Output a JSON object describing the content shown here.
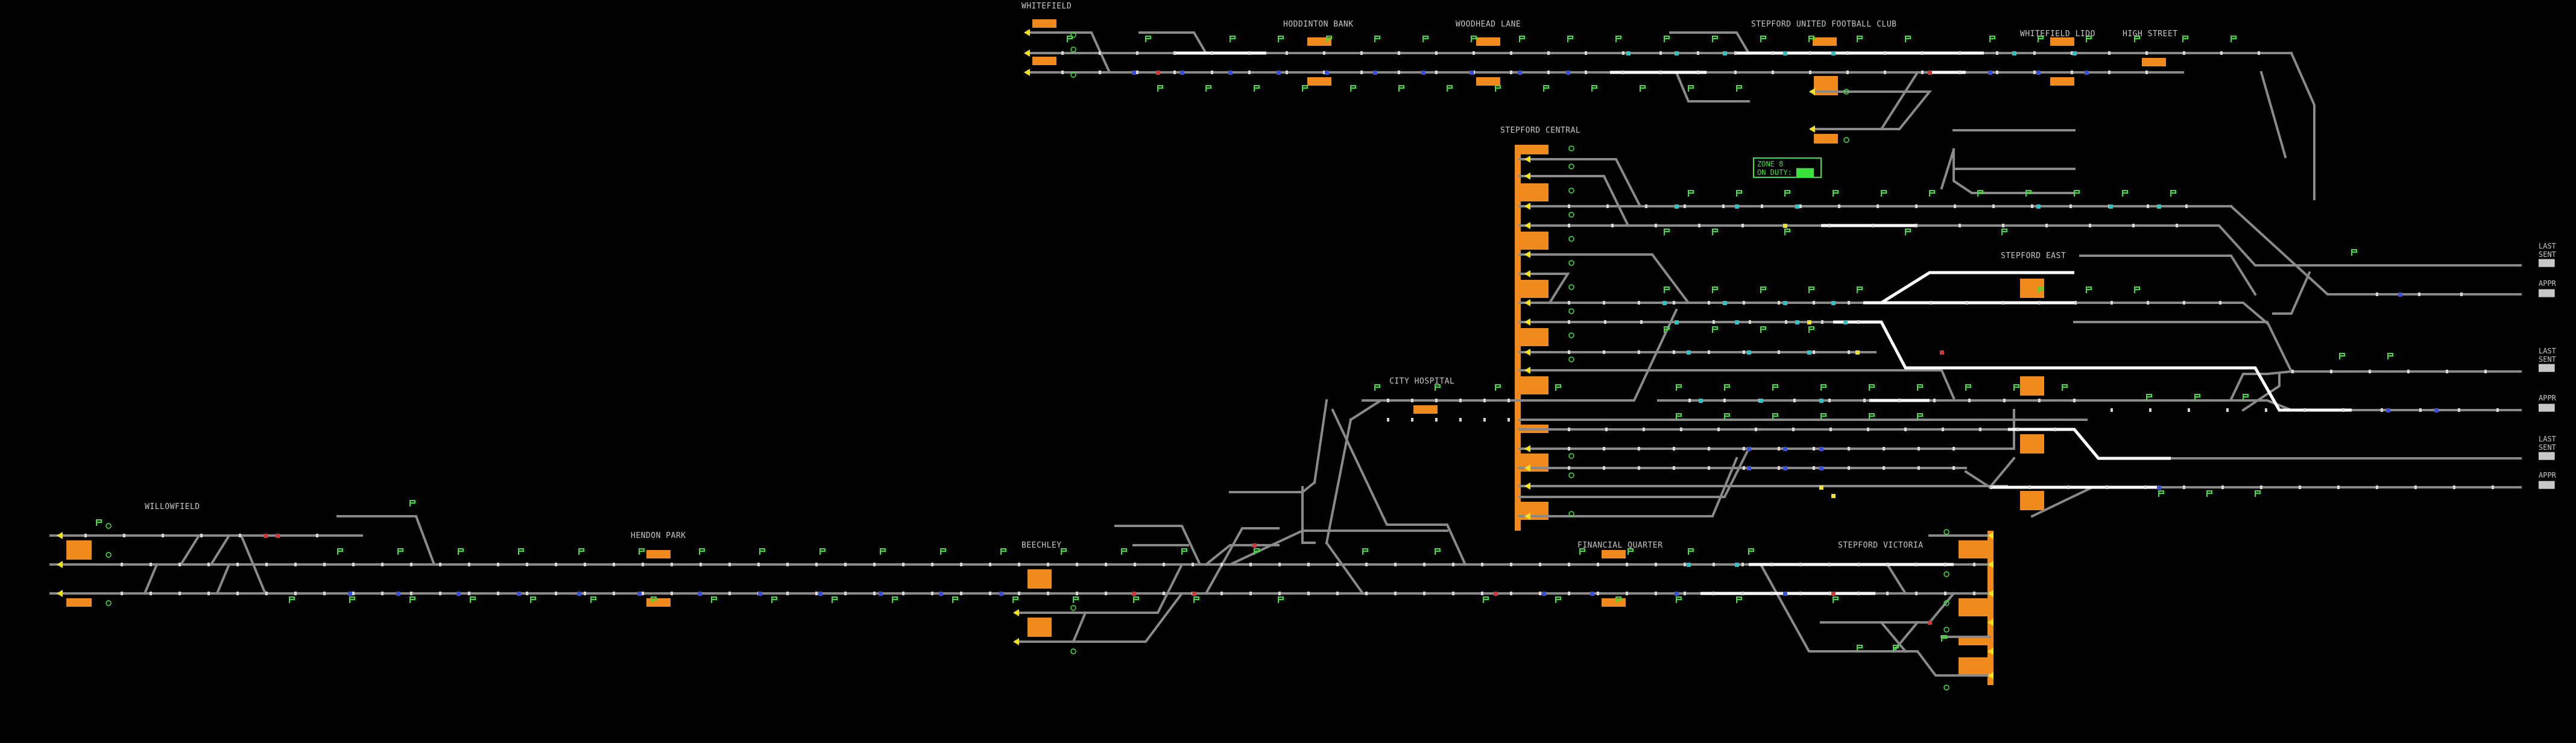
{
  "stations": {
    "whitefield": "WHITEFIELD",
    "hoddinton_bank": "HODDINTON BANK",
    "woodhead_lane": "WOODHEAD LANE",
    "stepford_utd": "STEPFORD UNITED FOOTBALL CLUB",
    "whitefield_lido": "WHITEFIELD LIDO",
    "high_street": "HIGH STREET",
    "stepford_central": "STEPFORD CENTRAL",
    "stepford_east": "STEPFORD EAST",
    "city_hospital": "CITY HOSPITAL",
    "willowfield": "WILLOWFIELD",
    "hendon_park": "HENDON PARK",
    "beechley": "BEECHLEY",
    "financial_quarter": "FINANCIAL QUARTER",
    "stepford_victoria": "STEPFORD VICTORIA"
  },
  "zone_popup": {
    "line1": "ZONE 8",
    "line2": "ON DUTY: ████"
  },
  "edge_status": [
    {
      "label": "LAST",
      "sub": "SENT",
      "value": "████"
    },
    {
      "label": "APPR",
      "sub": "",
      "value": "████"
    },
    {
      "label": "LAST",
      "sub": "SENT",
      "value": "████"
    },
    {
      "label": "APPR",
      "sub": "",
      "value": "████"
    },
    {
      "label": "LAST",
      "sub": "SENT",
      "value": "████"
    },
    {
      "label": "APPR",
      "sub": "",
      "value": "████"
    }
  ],
  "colors": {
    "track": "#8a8a8a",
    "track_set": "#ffffff",
    "platform": "#f08a1c",
    "signal_green": "#39e339",
    "signal_red": "#e03030",
    "signal_yellow": "#f2e21c",
    "marker_blue": "#3050f0",
    "marker_cyan": "#20c8c8",
    "background": "#000000"
  }
}
